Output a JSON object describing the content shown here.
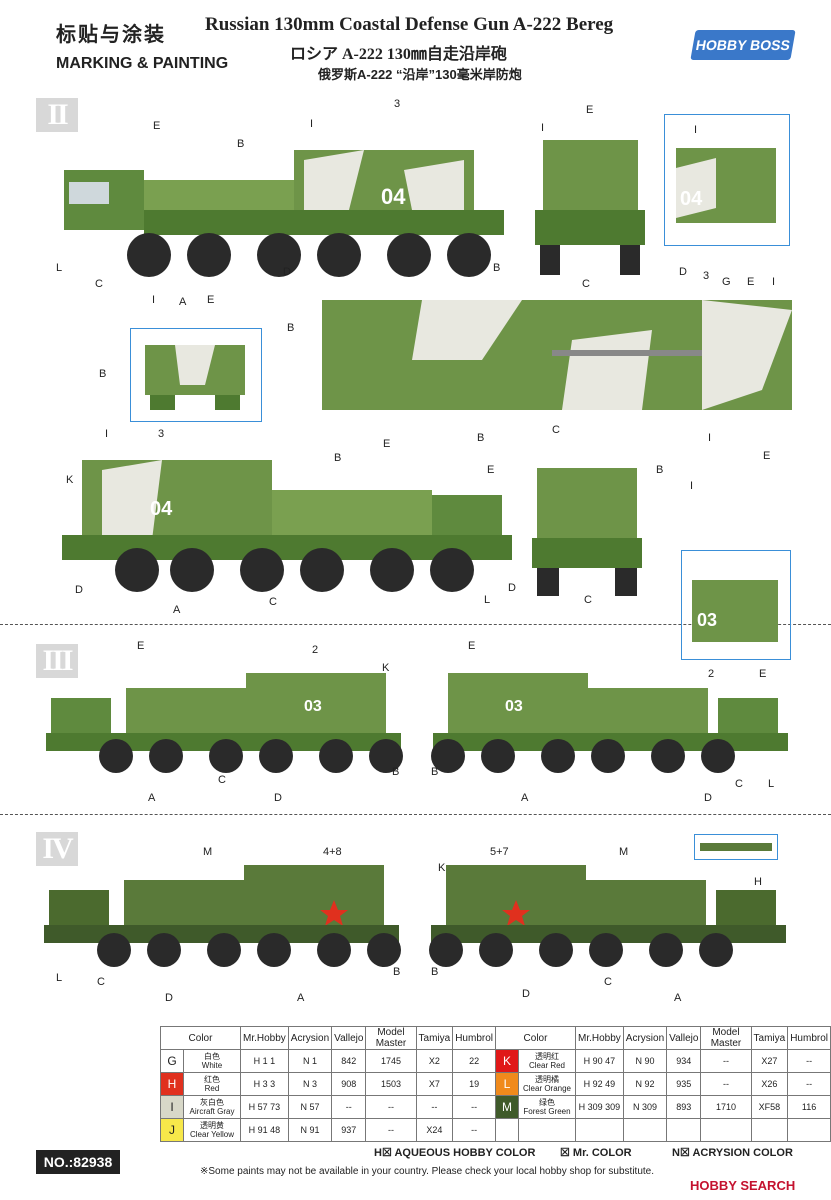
{
  "header": {
    "zh_title": "标贴与涂装",
    "en_title": "MARKING & PAINTING",
    "product_title": "Russian 130mm Coastal Defense Gun A-222 Bereg",
    "jp_title": "ロシア A-222 130㎜自走沿岸砲",
    "cn_title": "俄罗斯A-222 “沿岸”130毫米岸防炮",
    "logo": "HOBBY BOSS"
  },
  "sections": {
    "s2": "II",
    "s3": "III",
    "s4": "IV"
  },
  "labels": {
    "A": "A",
    "B": "B",
    "C": "C",
    "D": "D",
    "E": "E",
    "G": "G",
    "H": "H",
    "I": "I",
    "K": "K",
    "L": "L",
    "M": "M",
    "n2": "2",
    "n3": "3",
    "n48": "4+8",
    "n57": "5+7",
    "num04": "04",
    "num03": "03"
  },
  "table": {
    "headers": [
      "Color",
      "Mr.Hobby",
      "Acrysion",
      "Vallejo",
      "Model Master",
      "Tamiya",
      "Humbrol"
    ],
    "rows_left": [
      {
        "letter": "G",
        "color": "#ffffff",
        "zh": "白色",
        "en": "White",
        "mrhobby": "H 1 1",
        "acrysion": "N 1",
        "vallejo": "842",
        "model_master": "1745",
        "tamiya": "X2",
        "humbrol": "22"
      },
      {
        "letter": "H",
        "color": "#e0301e",
        "zh": "红色",
        "en": "Red",
        "mrhobby": "H 3 3",
        "acrysion": "N 3",
        "vallejo": "908",
        "model_master": "1503",
        "tamiya": "X7",
        "humbrol": "19"
      },
      {
        "letter": "I",
        "color": "#d8d8c8",
        "zh": "灰白色",
        "en": "Aircraft Gray",
        "mrhobby": "H 57 73",
        "acrysion": "N 57",
        "vallejo": "--",
        "model_master": "--",
        "tamiya": "--",
        "humbrol": "--"
      },
      {
        "letter": "J",
        "color": "#f7e84a",
        "zh": "透明黄",
        "en": "Clear Yellow",
        "mrhobby": "H 91 48",
        "acrysion": "N 91",
        "vallejo": "937",
        "model_master": "--",
        "tamiya": "X24",
        "humbrol": "--"
      }
    ],
    "rows_right": [
      {
        "letter": "K",
        "color": "#e01818",
        "zh": "透明红",
        "en": "Clear Red",
        "mrhobby": "H 90 47",
        "acrysion": "N 90",
        "vallejo": "934",
        "model_master": "--",
        "tamiya": "X27",
        "humbrol": "--"
      },
      {
        "letter": "L",
        "color": "#f08a1c",
        "zh": "透明橘",
        "en": "Clear Orange",
        "mrhobby": "H 92 49",
        "acrysion": "N 92",
        "vallejo": "935",
        "model_master": "--",
        "tamiya": "X26",
        "humbrol": "--"
      },
      {
        "letter": "M",
        "color": "#3f5a2a",
        "zh": "绿色",
        "en": "Forest Green",
        "mrhobby": "H 309 309",
        "acrysion": "N 309",
        "vallejo": "893",
        "model_master": "1710",
        "tamiya": "XF58",
        "humbrol": "116"
      }
    ]
  },
  "legend": {
    "aqueous": "H☒ AQUEOUS HOBBY COLOR",
    "mr": "☒ Mr. COLOR",
    "acrysion": "N☒ ACRYSION COLOR"
  },
  "footer": {
    "number": "NO.:82938",
    "note": "※Some paints may not be available in your country. Please check your local hobby shop for substitute.",
    "watermark": "HOBBY SEARCH"
  }
}
